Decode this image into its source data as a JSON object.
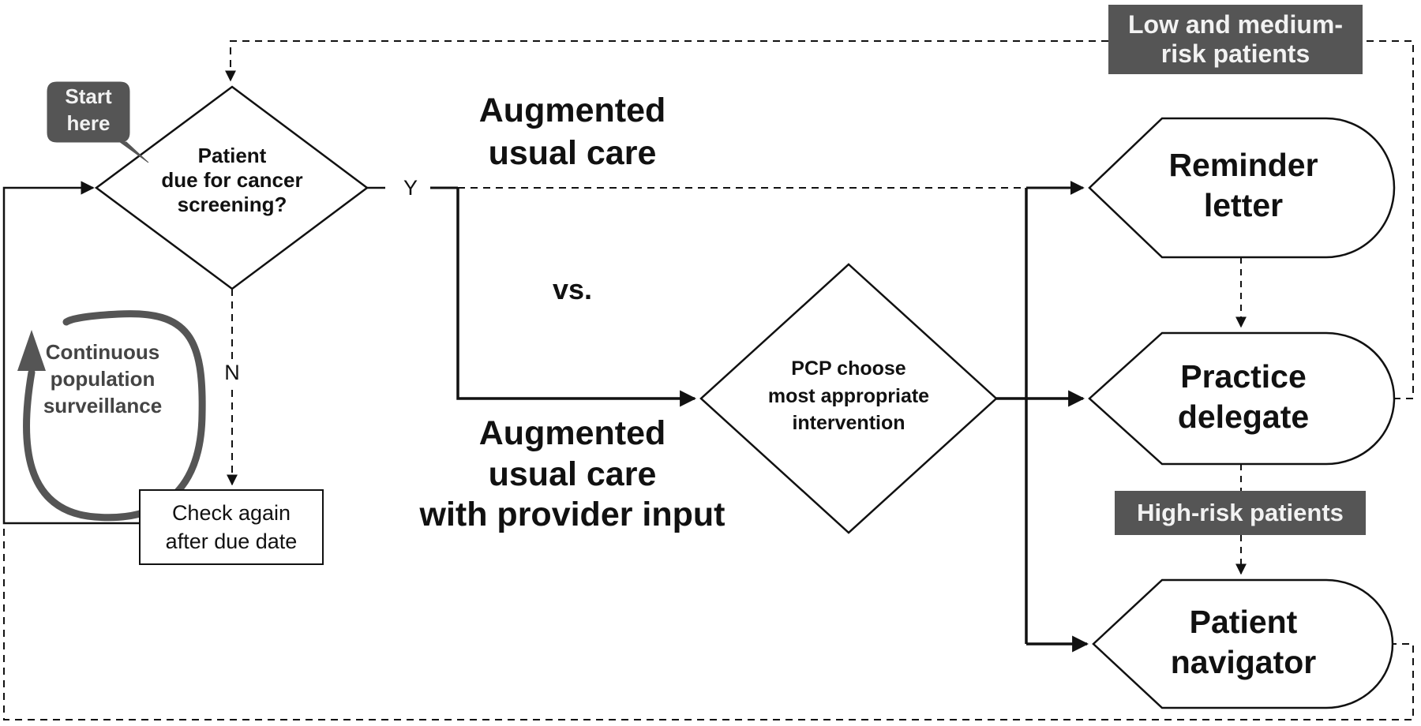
{
  "nodes": {
    "decision": "Patient\ndue for cancer\nscreening?",
    "check_again": "Check again\nafter due date",
    "pcp": "PCP choose\nmost appropriate\nintervention",
    "reminder": "Reminder\nletter",
    "delegate": "Practice\ndelegate",
    "navigator": "Patient\nnavigator"
  },
  "callout": {
    "start": "Start\nhere"
  },
  "edge_labels": {
    "yes": "Y",
    "no": "N"
  },
  "cycle_label": "Continuous\npopulation\nsurveillance",
  "arms": {
    "arm1": "Augmented\nusual care",
    "vs": "vs.",
    "arm2": "Augmented\nusual care\nwith provider input"
  },
  "tags": {
    "low_medium": "Low and medium-\nrisk patients",
    "high": "High-risk patients"
  },
  "colors": {
    "line": "#111111",
    "tag_bg": "#555555",
    "tag_text": "#f2f2f2",
    "cycle": "#555555"
  }
}
